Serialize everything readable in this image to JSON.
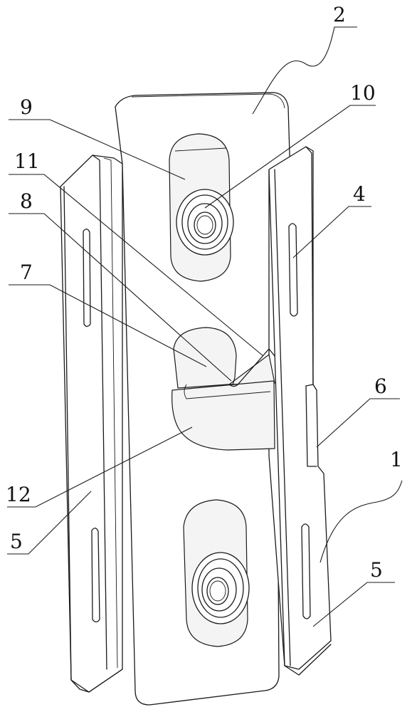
{
  "figure": {
    "labels": [
      {
        "id": "label-2",
        "text": "2"
      },
      {
        "id": "label-10",
        "text": "10"
      },
      {
        "id": "label-9",
        "text": "9"
      },
      {
        "id": "label-11",
        "text": "11"
      },
      {
        "id": "label-4",
        "text": "4"
      },
      {
        "id": "label-8",
        "text": "8"
      },
      {
        "id": "label-7",
        "text": "7"
      },
      {
        "id": "label-6",
        "text": "6"
      },
      {
        "id": "label-1",
        "text": "1"
      },
      {
        "id": "label-12",
        "text": "12"
      },
      {
        "id": "label-5a",
        "text": "5"
      },
      {
        "id": "label-5b",
        "text": "5"
      }
    ]
  }
}
